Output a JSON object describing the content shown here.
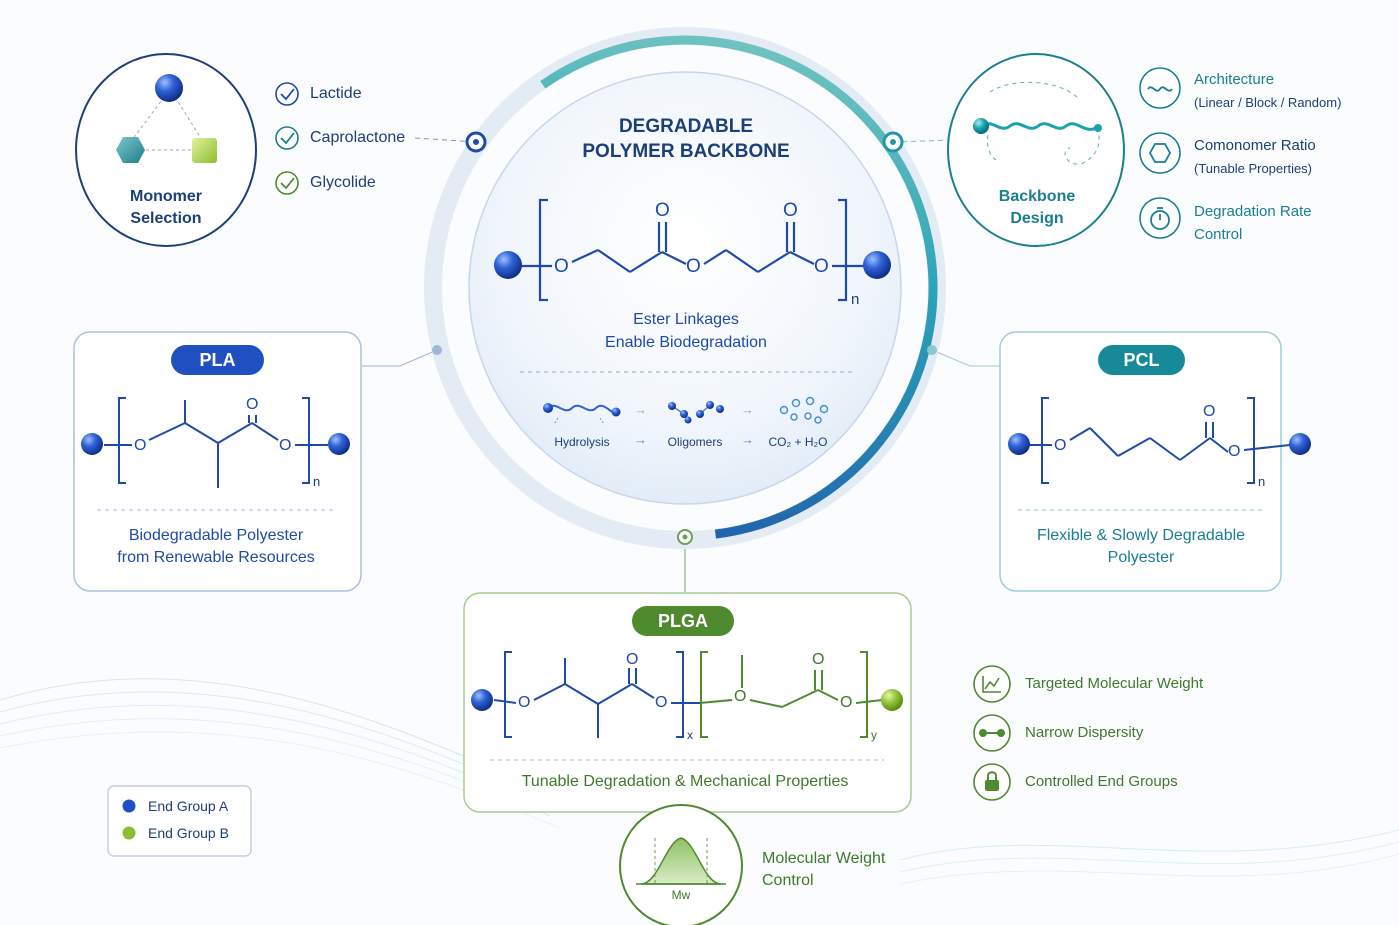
{
  "center": {
    "title_line1": "DEGRADABLE",
    "title_line2": "POLYMER BACKBONE",
    "ester_line1": "Ester Linkages",
    "ester_line2": "Enable Biodegradation",
    "flow": [
      "Hydrolysis",
      "Oligomers",
      "CO₂ + H₂O"
    ],
    "repeat_subscript": "n",
    "atom_o": "O"
  },
  "monomer": {
    "title_line1": "Monomer",
    "title_line2": "Selection",
    "items": [
      "Lactide",
      "Caprolactone",
      "Glycolide"
    ]
  },
  "backbone": {
    "title_line1": "Backbone",
    "title_line2": "Design",
    "items": [
      {
        "line1": "Architecture",
        "line2": "(Linear / Block / Random)",
        "icon": "wave-icon"
      },
      {
        "line1": "Comonomer Ratio",
        "line2": "(Tunable Properties)",
        "icon": "hexagon-icon"
      },
      {
        "line1": "Degradation Rate",
        "line2": "Control",
        "icon": "timer-icon"
      }
    ]
  },
  "pla": {
    "badge": "PLA",
    "desc_line1": "Biodegradable Polyester",
    "desc_line2": "from Renewable Resources",
    "subscript": "n"
  },
  "pcl": {
    "badge": "PCL",
    "desc_line1": "Flexible & Slowly Degradable",
    "desc_line2": "Polyester",
    "subscript": "n"
  },
  "plga": {
    "badge": "PLGA",
    "desc": "Tunable Degradation & Mechanical Properties",
    "sub_x": "x",
    "sub_y": "y"
  },
  "mw_control": {
    "line1": "Molecular Weight",
    "line2": "Control",
    "axis_label": "Mw"
  },
  "features": [
    {
      "label": "Targeted Molecular Weight",
      "icon": "chart-icon"
    },
    {
      "label": "Narrow Dispersity",
      "icon": "dumbbell-icon"
    },
    {
      "label": "Controlled End Groups",
      "icon": "lock-icon"
    }
  ],
  "legend": [
    {
      "label": "End Group A",
      "color": "#1f4fc0"
    },
    {
      "label": "End Group B",
      "color": "#8cbf2e"
    }
  ],
  "colors": {
    "navy": "#1d3f78",
    "blue": "#1f4aa8",
    "teal": "#1a7e91",
    "green": "#4f8a2f",
    "pla_badge": "#1f4fc0",
    "pcl_badge": "#178a9a",
    "plga_badge": "#4f8a2f"
  }
}
